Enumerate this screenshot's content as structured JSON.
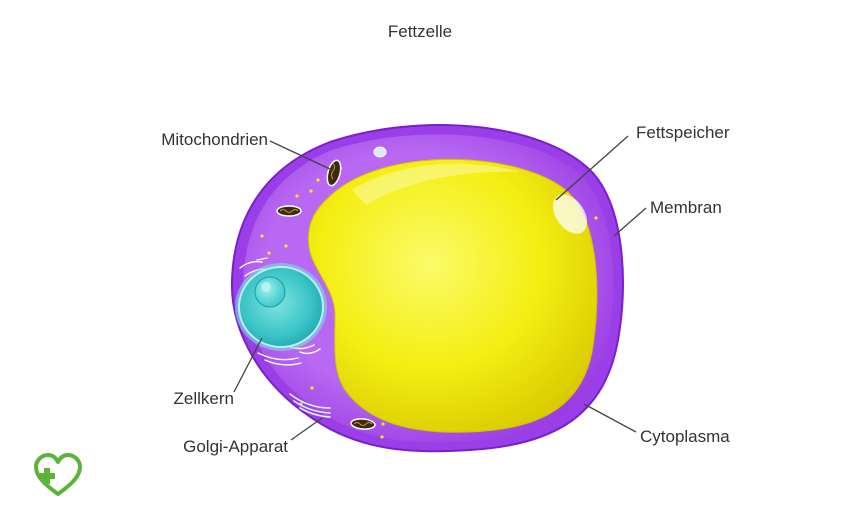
{
  "title": "Fettzelle",
  "labels": {
    "mitochondrien": "Mitochondrien",
    "fettspeicher": "Fettspeicher",
    "membran": "Membran",
    "zellkern": "Zellkern",
    "golgi": "Golgi-Apparat",
    "cytoplasma": "Cytoplasma"
  },
  "colors": {
    "membrane": "#9a3ee8",
    "cytoplasm": "#b05cf0",
    "fat": "#f4ee12",
    "nucleus": "#2fc4c4",
    "logo": "#5bb43a"
  },
  "logo": {
    "icon": "heart-cross-icon"
  }
}
